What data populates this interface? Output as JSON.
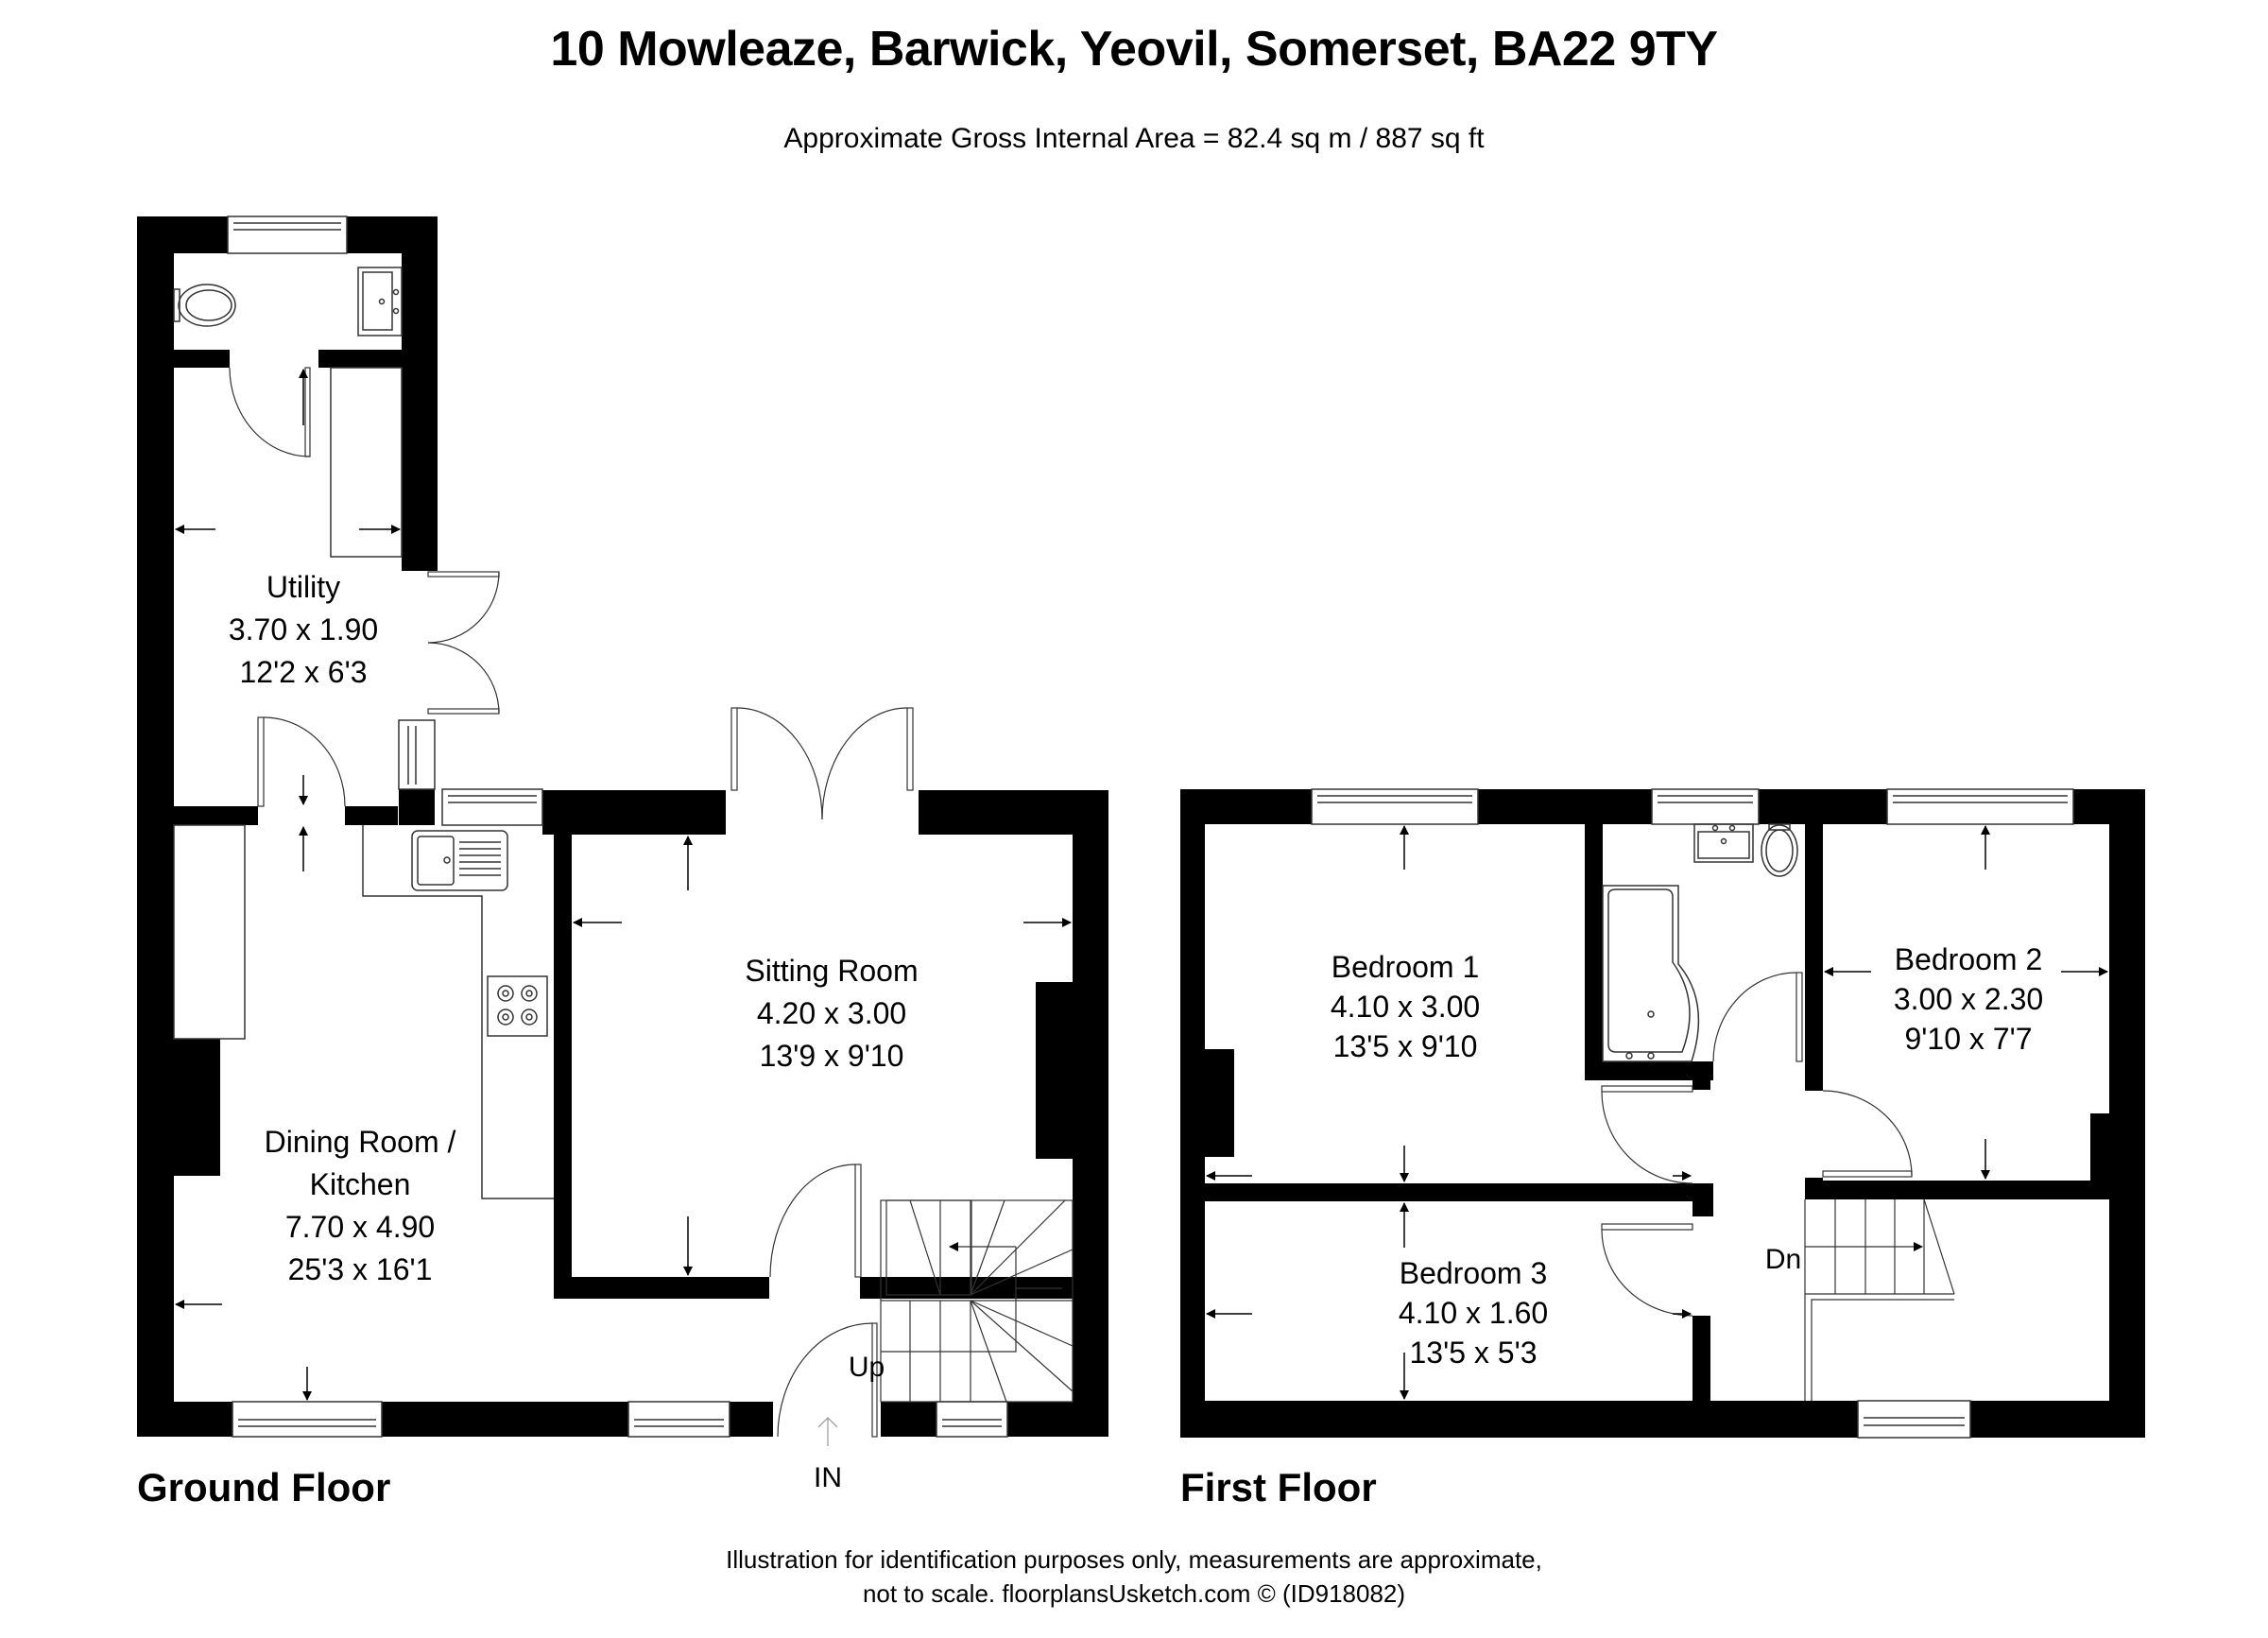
{
  "header": {
    "title": "10 Mowleaze, Barwick, Yeovil, Somerset, BA22 9TY",
    "area": "Approximate Gross Internal Area = 82.4 sq m / 887 sq ft"
  },
  "ground_floor": {
    "label": "Ground Floor",
    "rooms": [
      {
        "name": "Utility",
        "metric": "3.70 x 1.90",
        "imperial": "12'2 x 6'3"
      },
      {
        "name": "Sitting Room",
        "metric": "4.20 x 3.00",
        "imperial": "13'9 x 9'10"
      },
      {
        "name_line1": "Dining Room /",
        "name_line2": "Kitchen",
        "metric": "7.70 x 4.90",
        "imperial": "25'3 x 16'1"
      }
    ],
    "stairs_label": "Up",
    "entrance_label": "IN"
  },
  "first_floor": {
    "label": "First Floor",
    "rooms": [
      {
        "name": "Bedroom 1",
        "metric": "4.10 x 3.00",
        "imperial": "13'5 x 9'10"
      },
      {
        "name": "Bedroom 2",
        "metric": "3.00 x 2.30",
        "imperial": "9'10 x 7'7"
      },
      {
        "name": "Bedroom 3",
        "metric": "4.10 x 1.60",
        "imperial": "13'5 x 5'3"
      }
    ],
    "stairs_label": "Dn"
  },
  "footer": {
    "line1": "Illustration for identification purposes only, measurements are approximate,",
    "line2": "not to scale. floorplansUsketch.com © (ID918082)"
  },
  "colors": {
    "wall": "#000000",
    "background": "#ffffff",
    "line": "#333333"
  }
}
